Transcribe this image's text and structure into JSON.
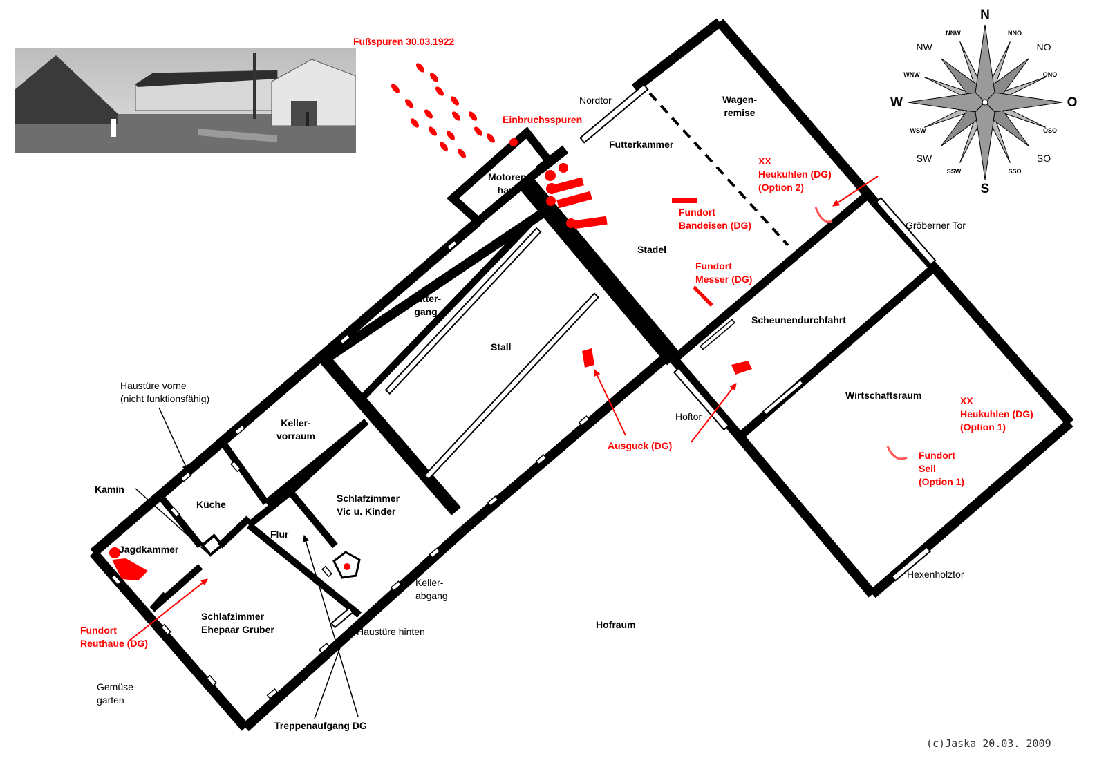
{
  "photo": {
    "caption": ""
  },
  "rooms": {
    "wagenremise": "Wagen-\nremise",
    "futterkammer": "Futterkammer",
    "stadel": "Stadel",
    "motorenhaus": "Motoren-\nhaus",
    "futtergang": "Futter-\ngang",
    "stall": "Stall",
    "scheunendurchfahrt": "Scheunendurchfahrt",
    "wirtschaftsraum": "Wirtschaftsraum",
    "kellervorraum": "Keller-\nvorraum",
    "kueche": "Küche",
    "jagdkammer": "Jagdkammer",
    "flur": "Flur",
    "schlafzimmer_vic": "Schlafzimmer\nVic u. Kinder",
    "schlafzimmer_gruber": "Schlafzimmer\nEhepaar Gruber",
    "hofraum": "Hofraum",
    "kamin": "Kamin",
    "treppenaufgang": "Treppenaufgang DG"
  },
  "features": {
    "nordtor": "Nordtor",
    "groeberner_tor": "Gröberner Tor",
    "hoftor": "Hoftor",
    "hexenholztor": "Hexenholztor",
    "haustuere_vorne": "Haustüre vorne\n(nicht funktionsfähig)",
    "kellerabgang": "Keller-\nabgang",
    "haustuere_hinten": "Haustüre hinten",
    "gemuesegarten": "Gemüse-\ngarten"
  },
  "evidence": {
    "fussspuren": "Fußspuren 30.03.1922",
    "einbruchsspuren": "Einbruchsspuren",
    "heukuhlen_2": "XX\nHeukuhlen (DG)\n(Option 2)",
    "bandeisen": "Fundort\nBandeisen (DG)",
    "messer": "Fundort\nMesser (DG)",
    "ausguck": "Ausguck (DG)",
    "heukuhlen_1": "XX\nHeukuhlen (DG)\n(Option 1)",
    "seil": "Fundort\nSeil\n(Option 1)",
    "reuthaue": "Fundort\nReuthaue (DG)"
  },
  "compass": {
    "N": "N",
    "S": "S",
    "W": "W",
    "O": "O",
    "NW": "NW",
    "NO": "NO",
    "SW": "SW",
    "SO": "SO",
    "NNW": "NNW",
    "NNO": "NNO",
    "WNW": "WNW",
    "ONO": "ONO",
    "WSW": "WSW",
    "OSO": "OSO",
    "SSW": "SSW",
    "SSO": "SSO"
  },
  "colors": {
    "wall": "#000000",
    "evidence": "#ff0000",
    "compass_fill": "#8a8a8a"
  },
  "credit": "(c)Jaska 20.03. 2009"
}
